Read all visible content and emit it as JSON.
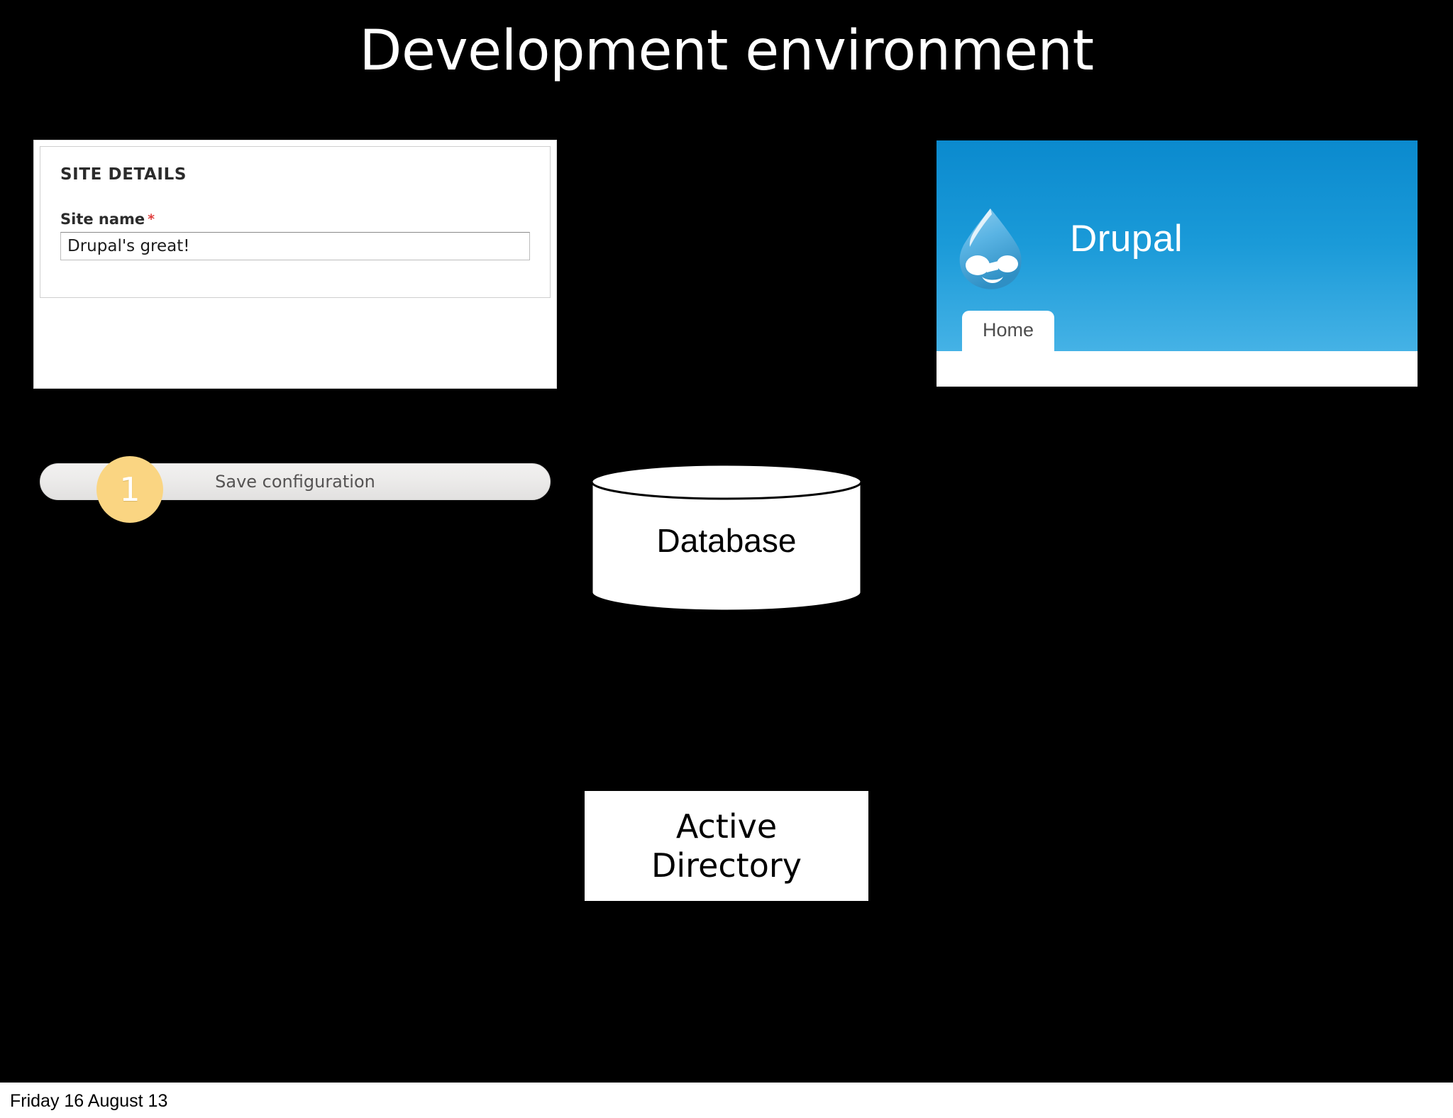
{
  "slide": {
    "title": "Development environment",
    "background_color": "#000000"
  },
  "admin_screenshot": {
    "fieldset_legend": "SITE DETAILS",
    "field_label": "Site name",
    "required_mark": "*",
    "site_name_value": "Drupal's great!",
    "site_name_placeholder": "",
    "save_button_label": "Save configuration",
    "step_badge": "1",
    "badge_color": "#fad582"
  },
  "drupal_screenshot": {
    "wordmark": "Drupal",
    "tab_label": "Home",
    "banner_color_top": "#0b8ace",
    "banner_color_bottom": "#4cb6e8",
    "logo_icon": "drupal-droplet-icon"
  },
  "diagram": {
    "database": {
      "label": "Database",
      "shape": "cylinder"
    },
    "active_directory": {
      "line1": "Active",
      "line2": "Directory",
      "shape": "rectangle"
    }
  },
  "footer": {
    "date": "Friday 16 August 13"
  }
}
